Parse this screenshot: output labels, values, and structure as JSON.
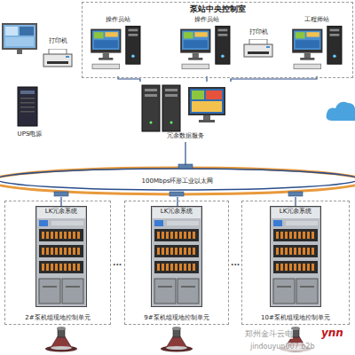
{
  "diagram": {
    "nodes": [
      {
        "text": [
          "泵站中央控制室"
        ]
      },
      {
        "text": [
          "操作员站"
        ],
        "in": 0
      },
      {
        "text": [
          "操作员站"
        ],
        "in": 0
      },
      {
        "text": [
          "打印机"
        ],
        "in": 0
      },
      {
        "text": [
          "工程师站"
        ],
        "in": 0
      },
      {
        "text": [
          "打印机"
        ]
      },
      {
        "text": [
          "UPS电源"
        ]
      },
      {
        "text": [
          "冗余数据服务"
        ]
      },
      {
        "text": [
          "100Mbps环形工业以太网"
        ]
      },
      {
        "text": [
          "2#泵机组现地控制单元"
        ]
      },
      {
        "text": [
          "LK冗余系统"
        ],
        "in": 9
      },
      {
        "text": [
          "9#泵机组现地控制单元"
        ]
      },
      {
        "text": [
          "LK冗余系统"
        ],
        "in": 11
      },
      {
        "text": [
          "10#泵机组现地控制单元"
        ]
      },
      {
        "text": [
          "LK冗余系统"
        ],
        "in": 13
      }
    ],
    "edges": [
      {
        "from": 1,
        "to": 7,
        "arrow": "none"
      },
      {
        "from": 2,
        "to": 7,
        "arrow": "none"
      },
      {
        "from": 4,
        "to": 7,
        "arrow": "none"
      },
      {
        "from": 7,
        "to": 8,
        "arrow": "none"
      },
      {
        "from": 8,
        "to": 10,
        "arrow": "none"
      },
      {
        "from": 8,
        "to": 12,
        "arrow": "none"
      },
      {
        "from": 8,
        "to": 14,
        "arrow": "none"
      }
    ],
    "labels": [
      "···",
      "···",
      "郑州金斗云电",
      "ynn",
      "jindouyun007.b2b"
    ]
  }
}
